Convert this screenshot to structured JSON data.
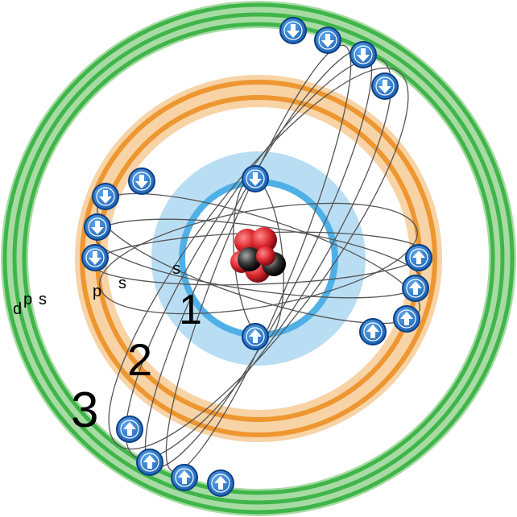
{
  "labels": {
    "shell_numbers": [
      "1",
      "2",
      "3"
    ],
    "shell1_sub": "s",
    "shell2_sub": [
      "p",
      "s"
    ],
    "shell3_sub": [
      "d",
      "p",
      "s"
    ]
  },
  "colors": {
    "shell1": "#4fb0e8",
    "shell1_light": "#b9def4",
    "shell2": "#ee9630",
    "shell2_light": "#f7d3a6",
    "shell3": "#3fb54a",
    "shell3_light": "#a8dba4",
    "electron": "#1f6fc4",
    "electron_edge": "#0d3f85",
    "proton": "#d9272e",
    "neutron": "#222222",
    "orbit_line": "#555555"
  },
  "electrons": {
    "shell1": [
      {
        "spin": "down"
      },
      {
        "spin": "up"
      }
    ],
    "shell2": [
      {
        "spin": "down"
      },
      {
        "spin": "down"
      },
      {
        "spin": "down"
      },
      {
        "spin": "down"
      },
      {
        "spin": "up"
      },
      {
        "spin": "up"
      },
      {
        "spin": "up"
      },
      {
        "spin": "up"
      }
    ],
    "shell3": [
      {
        "spin": "down"
      },
      {
        "spin": "down"
      },
      {
        "spin": "down"
      },
      {
        "spin": "down"
      },
      {
        "spin": "up"
      },
      {
        "spin": "up"
      },
      {
        "spin": "up"
      },
      {
        "spin": "up"
      }
    ]
  },
  "icons": {
    "spin_up": "arrow-up-icon",
    "spin_down": "arrow-down-icon"
  }
}
